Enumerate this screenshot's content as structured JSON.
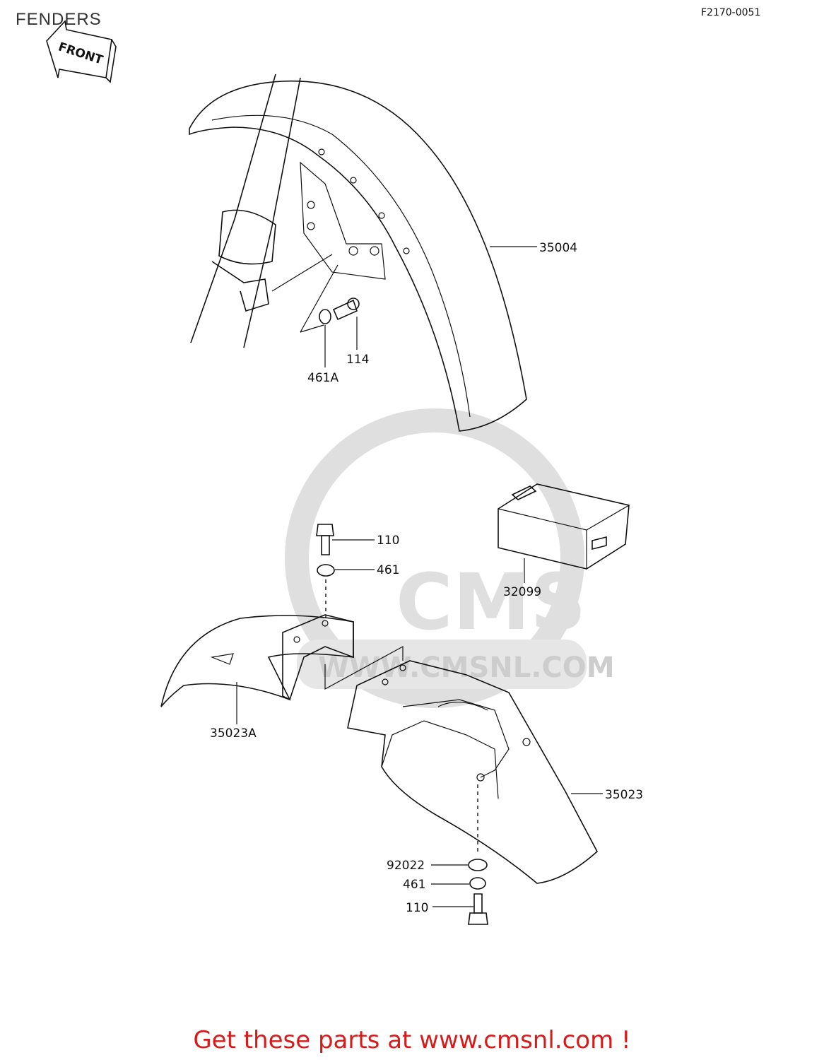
{
  "header": {
    "title": "FENDERS",
    "code": "F2170-0051",
    "front_label": "FRONT",
    "front_icon": "front-arrow-icon"
  },
  "watermark": {
    "logo_text": "CMS",
    "url_text": "WWW.CMSNL.COM",
    "color": "#d8d8d8"
  },
  "parts": {
    "front_fender": "35004",
    "bolt_upper": "114",
    "washer_upper": "461A",
    "bolt_top": "110",
    "washer_top": "461",
    "box": "32099",
    "front_rear_fender": "35023A",
    "rear_fender": "35023",
    "washer_plain": "92022",
    "washer_bottom": "461",
    "bolt_bottom": "110"
  },
  "footer": {
    "text": "Get these parts at www.cmsnl.com !",
    "color": "#d61b1b"
  }
}
